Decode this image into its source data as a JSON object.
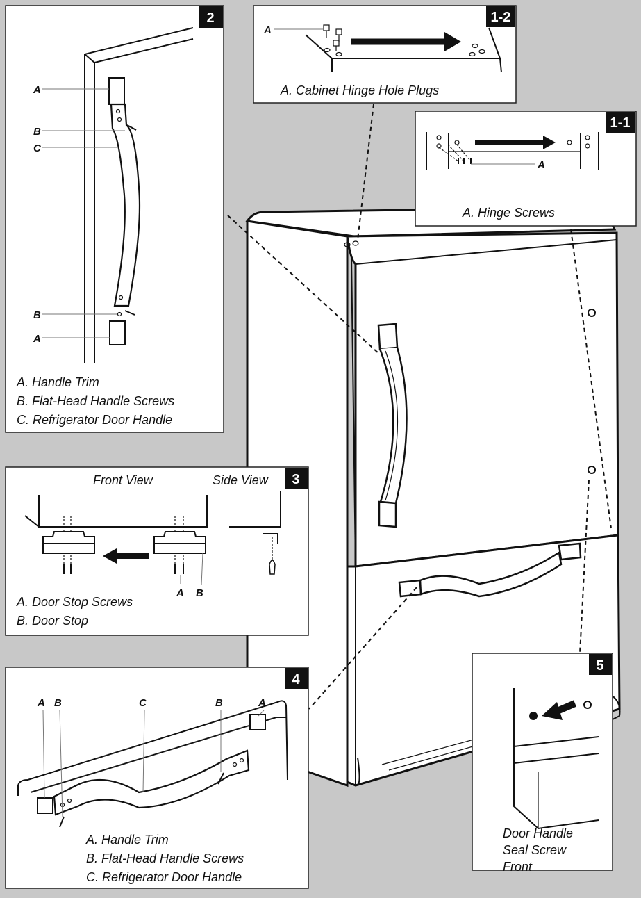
{
  "panels": {
    "p2": {
      "badge": "2",
      "keys": [
        "A",
        "B",
        "C",
        "B",
        "A"
      ],
      "captions": [
        "A. Handle Trim",
        "B. Flat-Head Handle Screws",
        "C. Refrigerator Door Handle"
      ]
    },
    "p12": {
      "badge": "1-2",
      "keys": [
        "A"
      ],
      "captions": [
        "A. Cabinet Hinge Hole Plugs"
      ]
    },
    "p11": {
      "badge": "1-1",
      "keys": [
        "A"
      ],
      "captions": [
        "A. Hinge Screws"
      ]
    },
    "p3": {
      "badge": "3",
      "front_view": "Front View",
      "side_view": "Side View",
      "keys": [
        "A",
        "B"
      ],
      "captions": [
        "A. Door Stop Screws",
        "B. Door Stop"
      ]
    },
    "p4": {
      "badge": "4",
      "keys": [
        "A",
        "B",
        "C",
        "B",
        "A"
      ],
      "captions": [
        "A. Handle Trim",
        "B. Flat-Head Handle Screws",
        "C. Refrigerator Door Handle"
      ]
    },
    "p5": {
      "badge": "5",
      "captions": [
        "Door Handle",
        "Seal Screw",
        "Front"
      ]
    }
  }
}
